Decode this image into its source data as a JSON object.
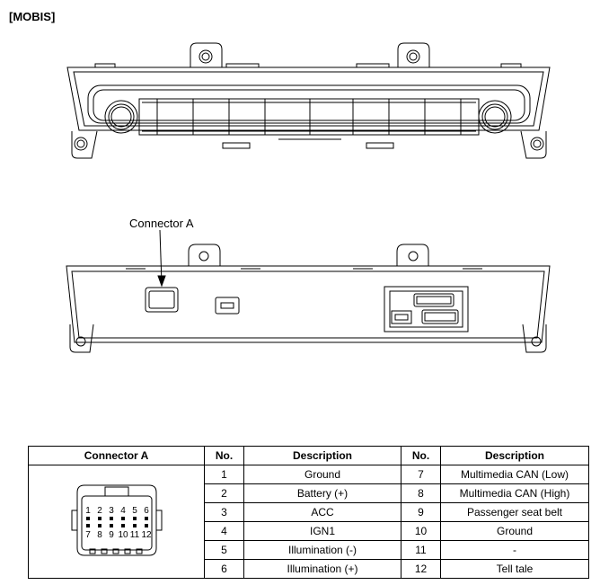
{
  "header": {
    "brand": "[MOBIS]"
  },
  "callout": {
    "connector_label": "Connector A"
  },
  "table": {
    "headers": {
      "connector": "Connector A",
      "no_left": "No.",
      "desc_left": "Description",
      "no_right": "No.",
      "desc_right": "Description"
    },
    "connector_pins_top": [
      "1",
      "2",
      "3",
      "4",
      "5",
      "6"
    ],
    "connector_pins_bottom": [
      "7",
      "8",
      "9",
      "10",
      "11",
      "12"
    ],
    "rows": [
      {
        "no_left": "1",
        "desc_left": "Ground",
        "no_right": "7",
        "desc_right": "Multimedia CAN (Low)"
      },
      {
        "no_left": "2",
        "desc_left": "Battery (+)",
        "no_right": "8",
        "desc_right": "Multimedia CAN (High)"
      },
      {
        "no_left": "3",
        "desc_left": "ACC",
        "no_right": "9",
        "desc_right": "Passenger seat belt"
      },
      {
        "no_left": "4",
        "desc_left": "IGN1",
        "no_right": "10",
        "desc_right": "Ground"
      },
      {
        "no_left": "5",
        "desc_left": "Illumination (-)",
        "no_right": "11",
        "desc_right": "-"
      },
      {
        "no_left": "6",
        "desc_left": "Illumination (+)",
        "no_right": "12",
        "desc_right": "Tell tale"
      }
    ]
  }
}
